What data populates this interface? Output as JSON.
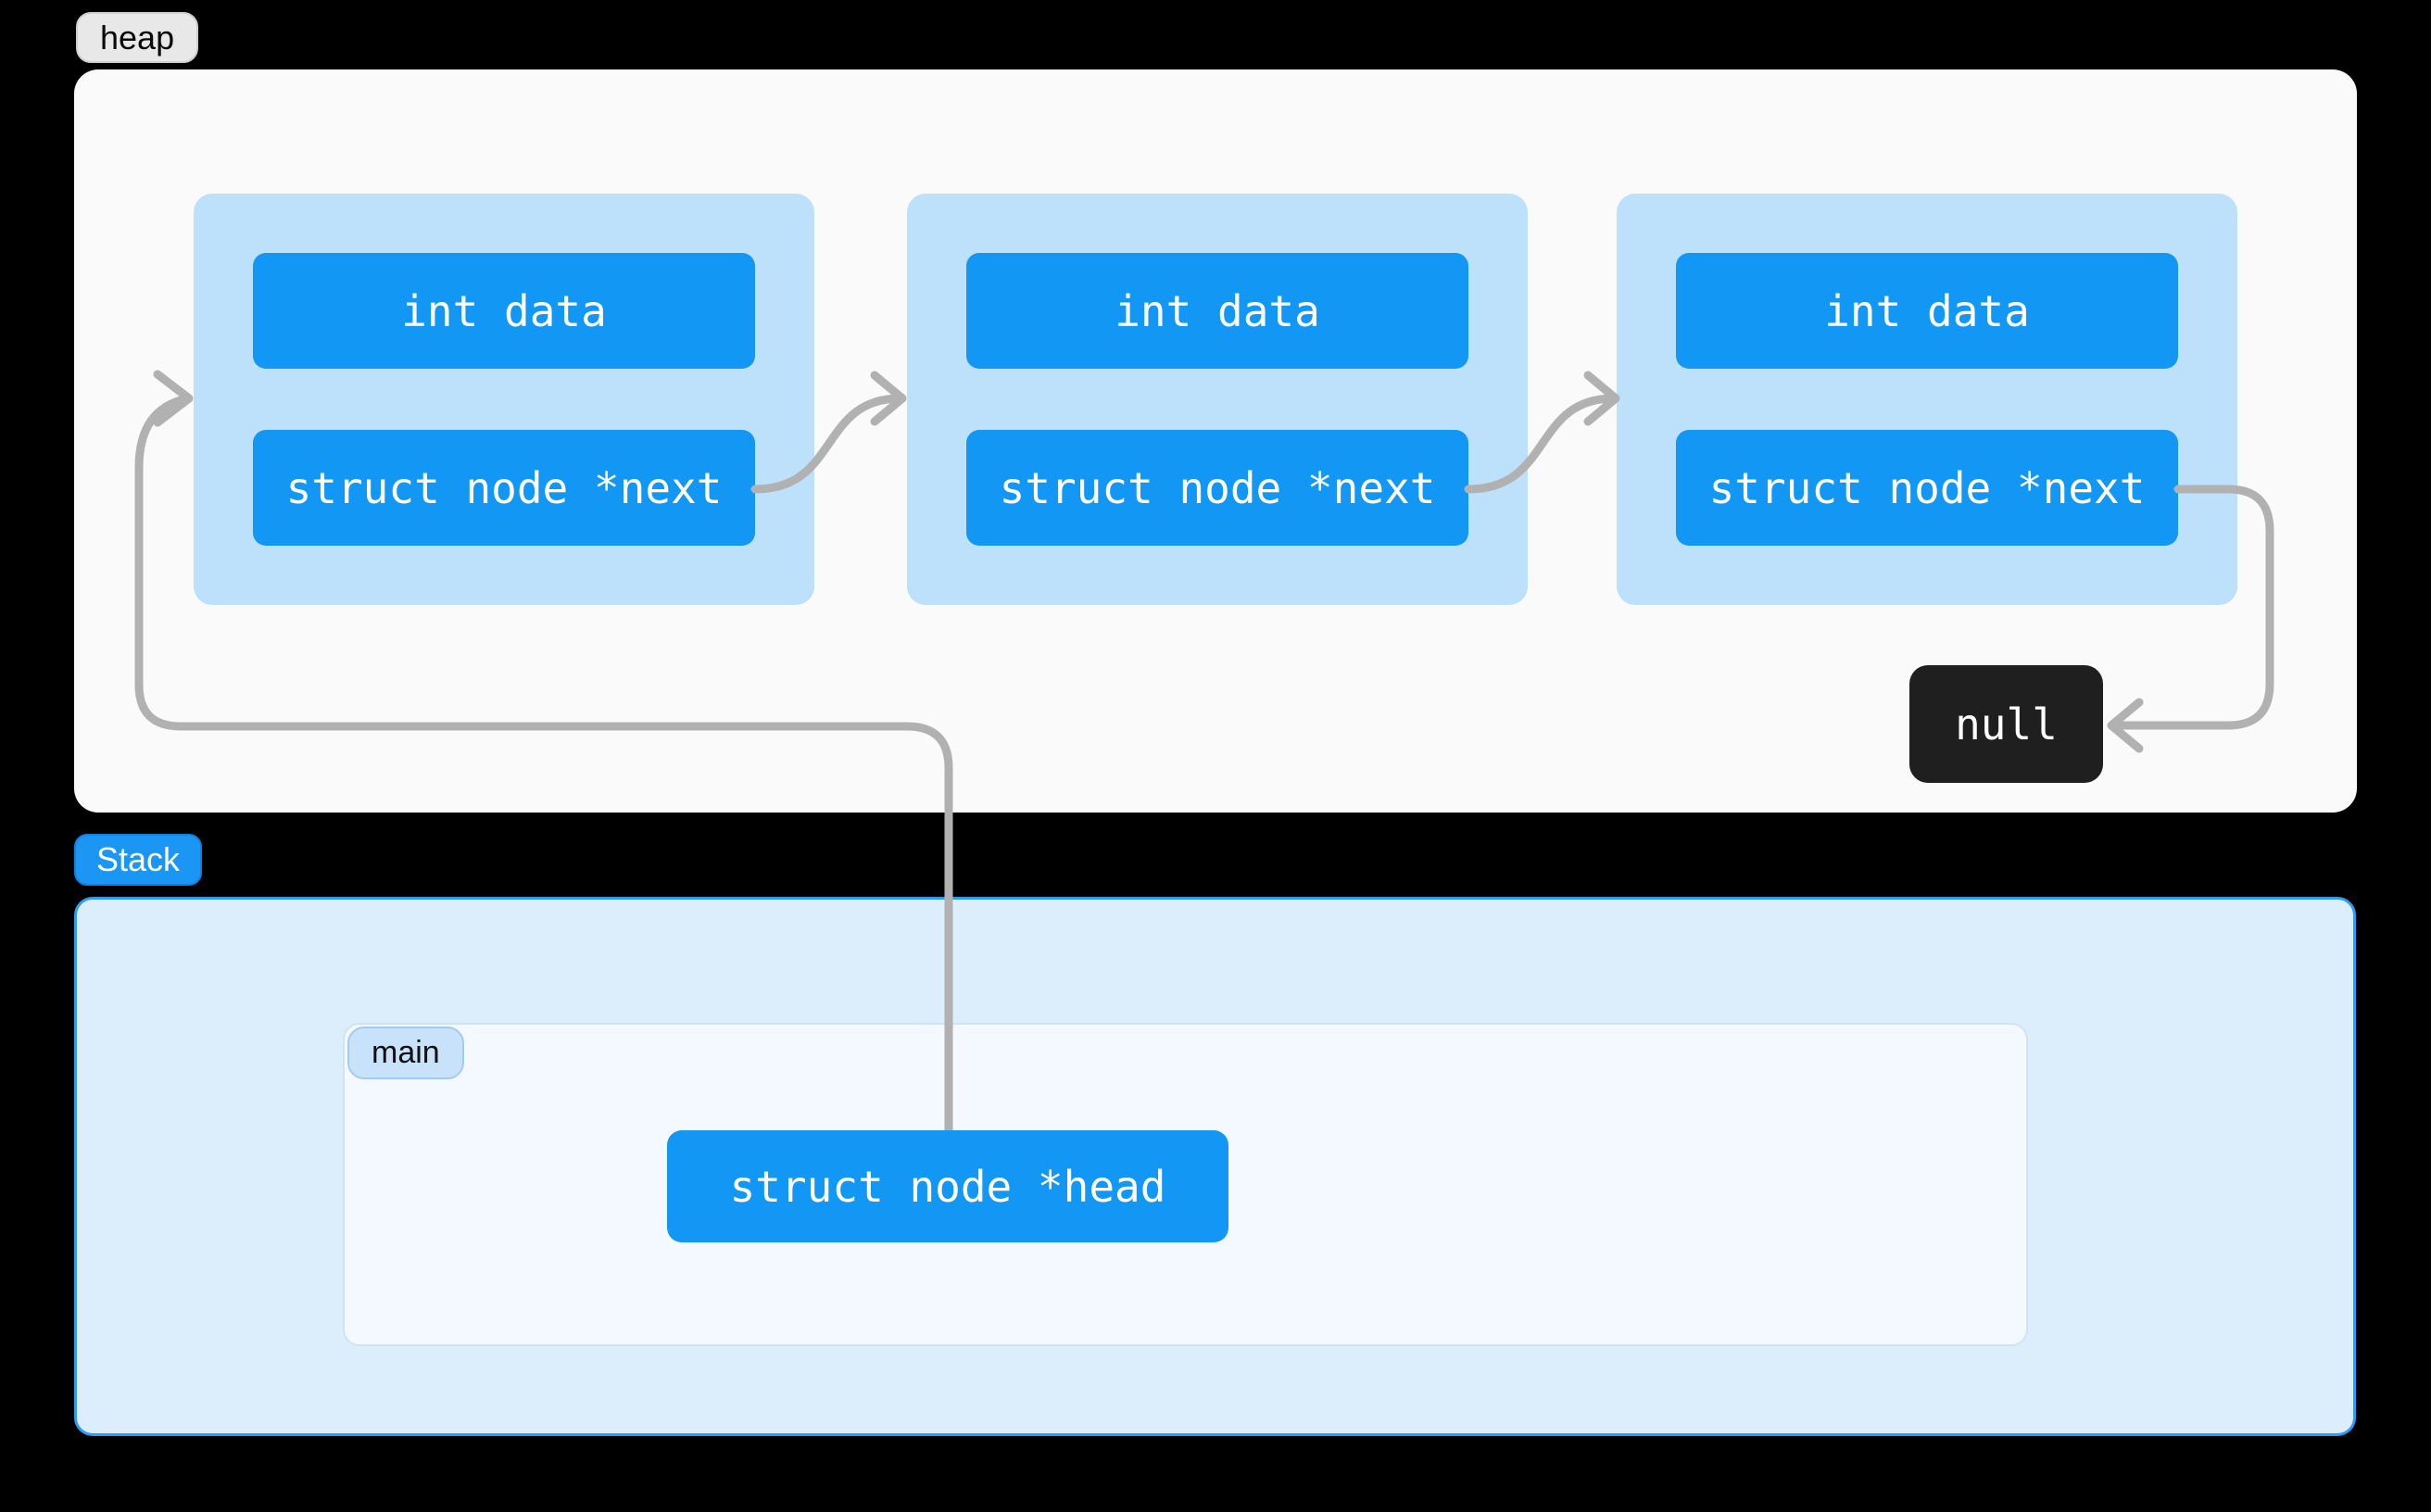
{
  "heap": {
    "label": "heap",
    "nodes": [
      {
        "data_field": "int data",
        "next_field": "struct node *next"
      },
      {
        "data_field": "int data",
        "next_field": "struct node *next"
      },
      {
        "data_field": "int data",
        "next_field": "struct node *next"
      }
    ],
    "terminator_label": "null"
  },
  "stack": {
    "label": "Stack",
    "frame_label": "main",
    "head_variable": "struct node *head"
  },
  "pointers": [
    {
      "from": "head",
      "to": "node-1"
    },
    {
      "from": "node-1-next",
      "to": "node-2"
    },
    {
      "from": "node-2-next",
      "to": "node-3"
    },
    {
      "from": "node-3-next",
      "to": "null"
    }
  ],
  "colors": {
    "background": "#000000",
    "accent_blue": "#1297f5",
    "node_bg": "#bde1fb",
    "heap_bg": "#fafafa",
    "stack_bg": "#dceefb",
    "stack_border": "#2e9cf4",
    "main_frame_bg": "#f3f9fe",
    "main_label_bg": "#c8e2fb",
    "heap_label_bg": "#e8e8e8",
    "null_bg": "#1f1f1f",
    "arrow_gray": "#b1b1b1"
  }
}
